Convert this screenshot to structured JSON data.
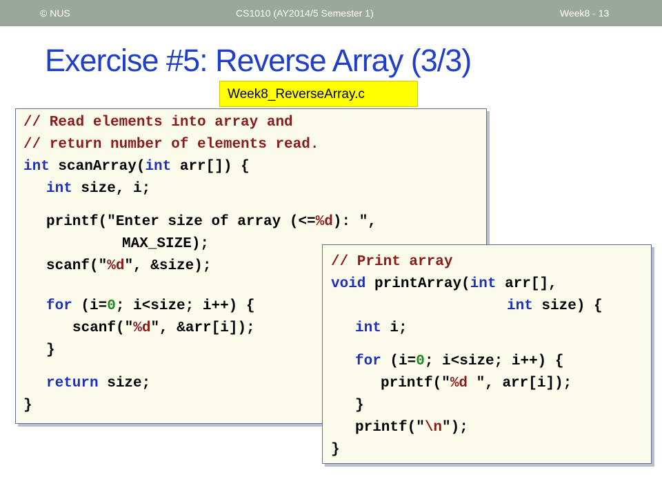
{
  "header": {
    "left": "© NUS",
    "center": "CS1010 (AY2014/5 Semester 1)",
    "right": "Week8 - 13"
  },
  "title": "Exercise #5: Reverse Array (3/3)",
  "file_label": "Week8_ReverseArray.c",
  "code_scan": {
    "comment1": "// Read elements into array and",
    "comment2": "// return number of elements read.",
    "kw_int_a": "int",
    "sig_a": " scanArray(",
    "kw_int_b": "int",
    "sig_b": " arr[]) {",
    "kw_int_c": "int",
    "decl": " size, i;",
    "printf_open": "printf(\"Enter size of array (<=",
    "printf_fmt": "%d",
    "printf_close": "): \",",
    "max_size": "MAX_SIZE);",
    "scanf1_open": "scanf(\"",
    "scanf1_fmt": "%d",
    "scanf1_close": "\", &size);",
    "kw_for": "for",
    "for_a": " (i=",
    "for_zero": "0",
    "for_b": "; i<size; i++) {",
    "scanf2_open": "scanf(\"",
    "scanf2_fmt": "%d",
    "scanf2_close": "\", &arr[i]);",
    "close_for": "}",
    "kw_return": "return",
    "return_rest": " size;",
    "close_fn": "}"
  },
  "code_print": {
    "comment": "// Print array",
    "kw_void": "void",
    "sig_a": " printArray(",
    "kw_int_a": "int",
    "sig_b": " arr[],",
    "kw_int_b": "int",
    "sig_c": " size) {",
    "kw_int_c": "int",
    "decl": " i;",
    "kw_for": "for",
    "for_a": " (i=",
    "for_zero": "0",
    "for_b": "; i<size; i++) {",
    "printf1_open": "printf(\"",
    "printf1_fmt": "%d",
    "printf1_close": " \", arr[i]);",
    "close_for": "}",
    "printf2_open": "printf(\"",
    "printf2_esc": "\\n",
    "printf2_close": "\");",
    "close_fn": "}"
  }
}
